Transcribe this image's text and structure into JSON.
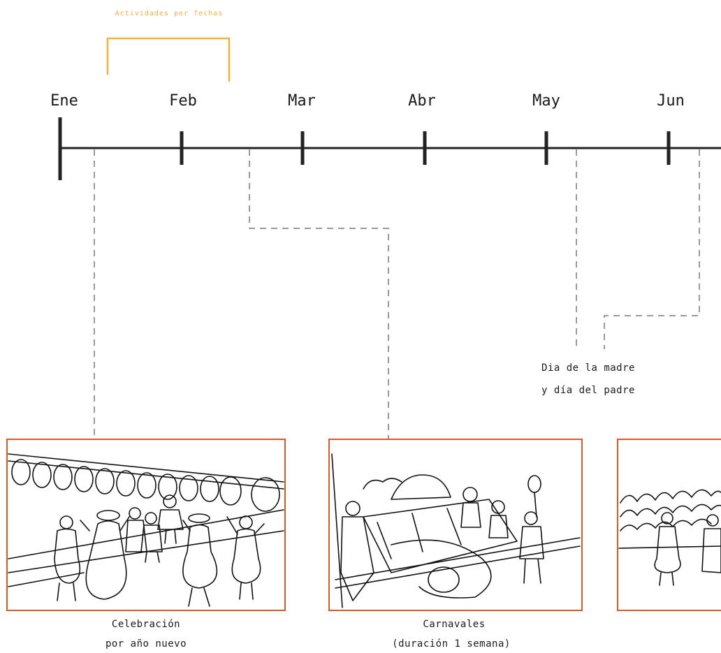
{
  "timeline": {
    "months": [
      "Ene",
      "Feb",
      "Mar",
      "Abr",
      "May",
      "Jun"
    ],
    "bracket_label": "Actividades por fechas",
    "colors": {
      "bracket": "#f2b13a",
      "frame": "#d45a2a",
      "axis": "#222222",
      "connector": "#9a9a9a"
    }
  },
  "events": {
    "new_year": {
      "caption_line1": "Celebración",
      "caption_line2": "por año nuevo",
      "illustration": "dancers-with-balloons-illustration"
    },
    "carnival": {
      "caption_line1": "Carnavales",
      "caption_line2": "(duración 1 semana)",
      "illustration": "carnival-float-illustration"
    },
    "parents_day": {
      "caption_line1": "Dia de la madre",
      "caption_line2": "y día del padre",
      "illustration": "crowd-dance-illustration"
    }
  }
}
